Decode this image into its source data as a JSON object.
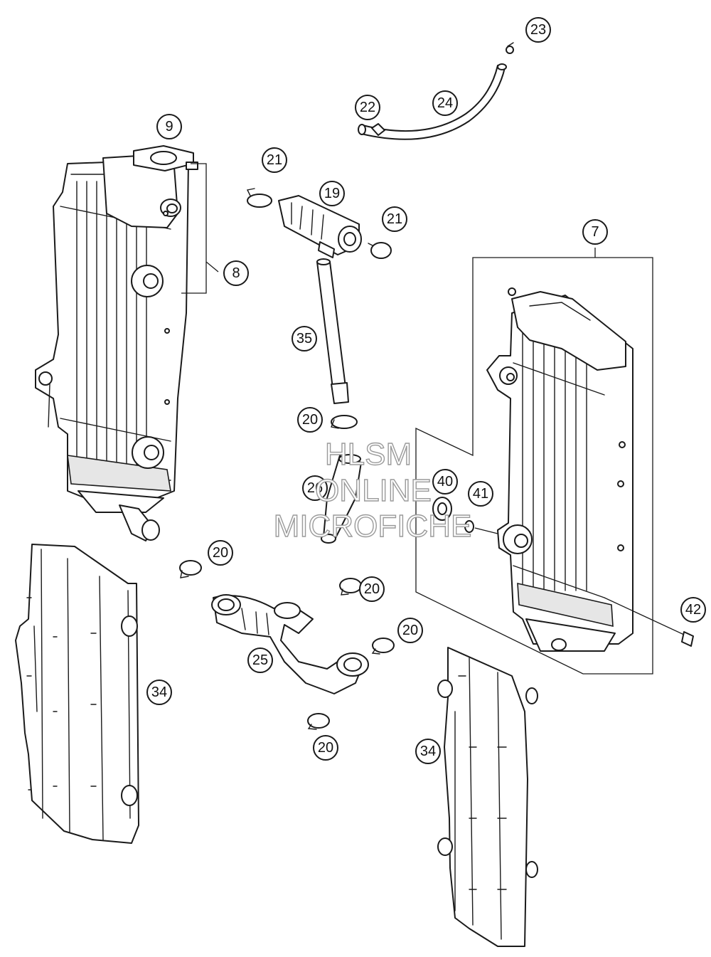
{
  "callouts": {
    "c23": "23",
    "c22": "22",
    "c24": "24",
    "c9": "9",
    "c21a": "21",
    "c19": "19",
    "c21b": "21",
    "c8": "8",
    "c7": "7",
    "c35": "35",
    "c20a": "20",
    "c26": "26",
    "c40": "40",
    "c41": "41",
    "c20b": "20",
    "c20c": "20",
    "c42": "42",
    "c20d": "20",
    "c25": "25",
    "c34a": "34",
    "c34b": "34",
    "c20e": "20"
  },
  "watermark": {
    "line1": "HLSM",
    "line2": "ONLINE",
    "line3": "MICROFICHE"
  },
  "colors": {
    "ink": "#1a1a1a",
    "paper": "#ffffff",
    "watermark": "#9a9a9a"
  }
}
